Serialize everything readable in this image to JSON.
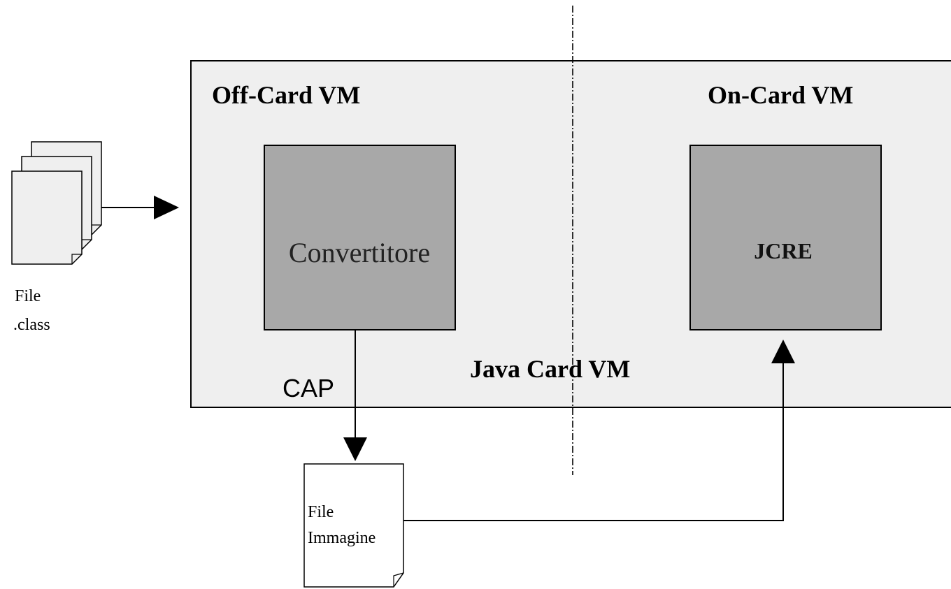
{
  "diagram": {
    "outer_box": {
      "label_left": "Off-Card VM",
      "label_right": "On-Card VM",
      "label_center": "Java Card VM",
      "fill": "#efefef"
    },
    "converter": {
      "label": "Convertitore",
      "fill": "#a8a8a8"
    },
    "jcre": {
      "label": "JCRE",
      "fill": "#a8a8a8"
    },
    "class_files": {
      "label_line1": "File",
      "label_line2": ".class"
    },
    "image_file": {
      "label_line1": "File",
      "label_line2": "Immagine"
    },
    "cap_label": "CAP",
    "divider": {
      "style": "dash-dot"
    }
  }
}
